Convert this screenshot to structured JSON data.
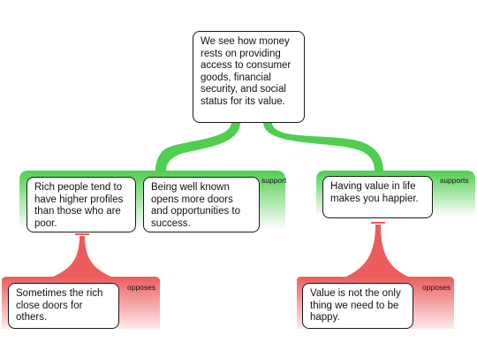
{
  "colors": {
    "support": "#4fce4f",
    "oppose": "#ec5c5c",
    "box_border": "#1a1a1a"
  },
  "root": {
    "text": "We see how money rests on providing access to consumer goods, financial security, and social status for its value."
  },
  "left_group": {
    "relation": "support",
    "premise_1": "Rich people tend to have higher profiles than those who are poor.",
    "premise_2": "Being well known opens more doors and opportunities to success.",
    "objection": {
      "relation": "opposes",
      "text": "Sometimes the rich close doors for others."
    }
  },
  "right_group": {
    "relation": "supports",
    "premise": "Having value in life makes you happier.",
    "objection": {
      "relation": "opposes",
      "text": "Value is not the only thing we need to be happy."
    }
  }
}
